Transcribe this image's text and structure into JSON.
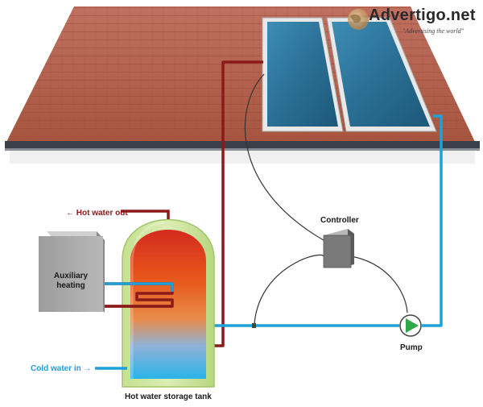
{
  "labels": {
    "hot_water_out": "← Hot water out",
    "auxiliary_heating_line1": "Auxiliary",
    "auxiliary_heating_line2": "heating",
    "cold_water_in": "Cold water in →",
    "storage_tank": "Hot water storage tank",
    "controller": "Controller",
    "pump": "Pump"
  },
  "watermark": {
    "brand": "Advertigo.net",
    "slogan": "\"Advertising the world\""
  },
  "colors": {
    "roof": "#b0604c",
    "hot_pipe": "#8b1a1a",
    "cold_pipe": "#1ea0d8",
    "panel": "#2e7aa0",
    "pump": "#2ea84a",
    "sensor_wire": "#333333"
  },
  "icons": {
    "watermark_logo": "globe-icon",
    "pump": "pump-icon"
  }
}
